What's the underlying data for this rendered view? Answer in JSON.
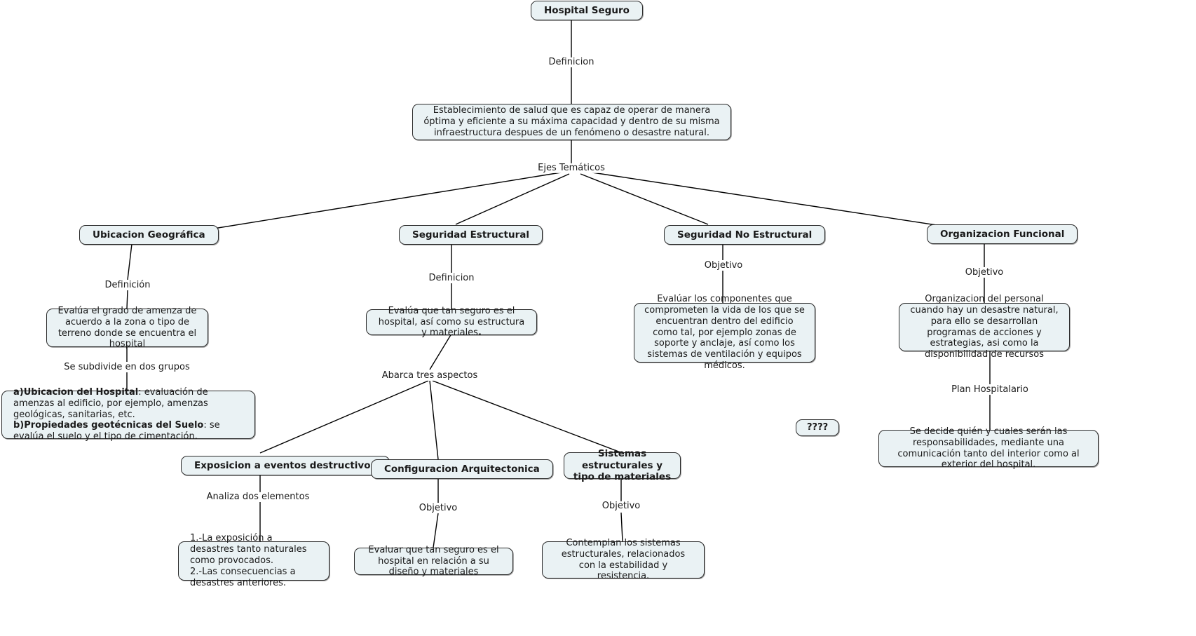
{
  "diagram": {
    "title": "Hospital Seguro",
    "type": "concept-map",
    "background": "#ffffff",
    "node_fill": "#eaf2f4",
    "node_border": "#2b2b2b"
  },
  "nodes": {
    "root": "Hospital Seguro",
    "root_definition": "Establecimiento de salud que es capaz de operar de manera óptima y eficiente a su máxima capacidad y dentro de su misma infraestructura despues de un fenómeno o desastre natural.",
    "ubicacion_geografica": "Ubicacion Geográfica",
    "ubicacion_definicion": "Evalúa el grado de amenza de acuerdo a la zona o tipo de terreno donde se encuentra el hospital",
    "ubicacion_grupos_a_bold": "a)Ubicacion del Hospital",
    "ubicacion_grupos_a_rest": ": evaluación de amenzas al edificio, por ejemplo, amenzas geológicas, sanitarias, etc.",
    "ubicacion_grupos_b_bold": "b)Propiedades geotécnicas del Suelo",
    "ubicacion_grupos_b_rest": ": se evalúa el suelo y el tipo de cimentación.",
    "seguridad_estructural": "Seguridad Estructural",
    "seguridad_estructural_definicion_pre": "Evalúa que tan seguro es el hospital, así como su estructura y materiales",
    "seguridad_estructural_definicion_post": ".",
    "exposicion": "Exposicion a eventos destructivos",
    "exposicion_elementos": "1.-La exposición a desastres tanto naturales como provocados.\n2.-Las consecuencias a desastres anteriores.",
    "configuracion": "Configuracion Arquitectonica",
    "configuracion_objetivo": "Evaluar que tan seguro es el hospital en relación a su diseño y materiales",
    "sistemas": "Sistemas estructurales y tipo de materiales",
    "sistemas_objetivo": "Contemplan los sistemas estructurales, relacionados con la estabilidad y resistencia.",
    "seguridad_no_estructural": "Seguridad No Estructural",
    "seguridad_no_estructural_objetivo": "Evalúar los componentes que comprometen la vida de los que se encuentran dentro del edificio como tal, por ejemplo zonas de soporte y anclaje, así como los sistemas de ventilación y equipos médicos.",
    "organizacion_funcional": "Organizacion Funcional",
    "organizacion_objetivo": "Organizacion del personal cuando hay un desastre natural, para ello se desarrollan programas de acciones y estrategias, asi como la disponibilidad de recursos",
    "organizacion_plan": "Se decide quién y cuales serán las responsabilidades, mediante una comunicación tanto del interior como al exterior del hospital.",
    "unknown_node": "????"
  },
  "edge_labels": {
    "definicion_root": "Definicion",
    "ejes_tematicos": "Ejes Temáticos",
    "definicion_ubicacion": "Definición",
    "se_subdivide": "Se subdivide en dos grupos",
    "definicion_estructural": "Definicion",
    "abarca_tres": "Abarca tres aspectos",
    "analiza_dos": "Analiza dos elementos",
    "objetivo_configuracion": "Objetivo",
    "objetivo_sistemas": "Objetivo",
    "objetivo_no_estructural": "Objetivo",
    "objetivo_organizacion": "Objetivo",
    "plan_hospitalario": "Plan Hospitalario"
  }
}
